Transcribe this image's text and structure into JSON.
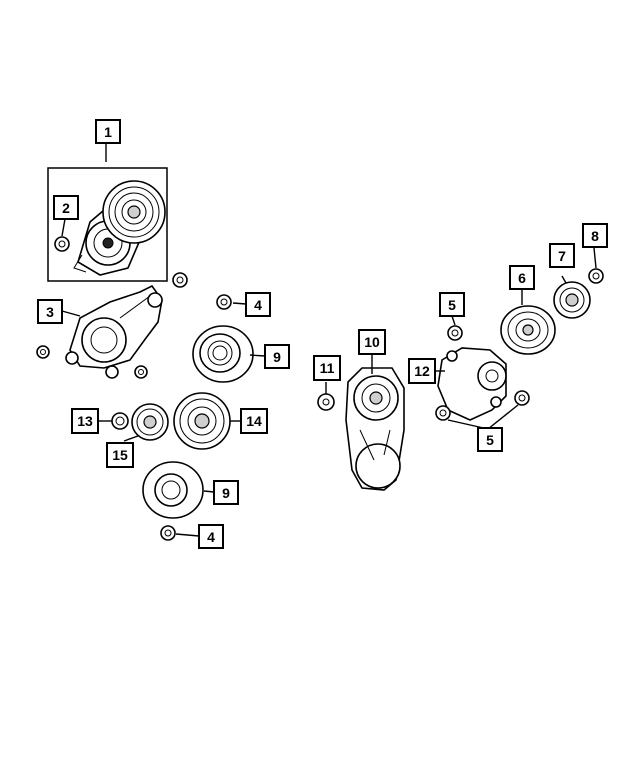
{
  "callouts": {
    "c1": "1",
    "c2": "2",
    "c3": "3",
    "c4a": "4",
    "c4b": "4",
    "c5a": "5",
    "c5b": "5",
    "c6": "6",
    "c7": "7",
    "c8": "8",
    "c9a": "9",
    "c9b": "9",
    "c10": "10",
    "c11": "11",
    "c12": "12",
    "c13": "13",
    "c14": "14",
    "c15": "15"
  }
}
